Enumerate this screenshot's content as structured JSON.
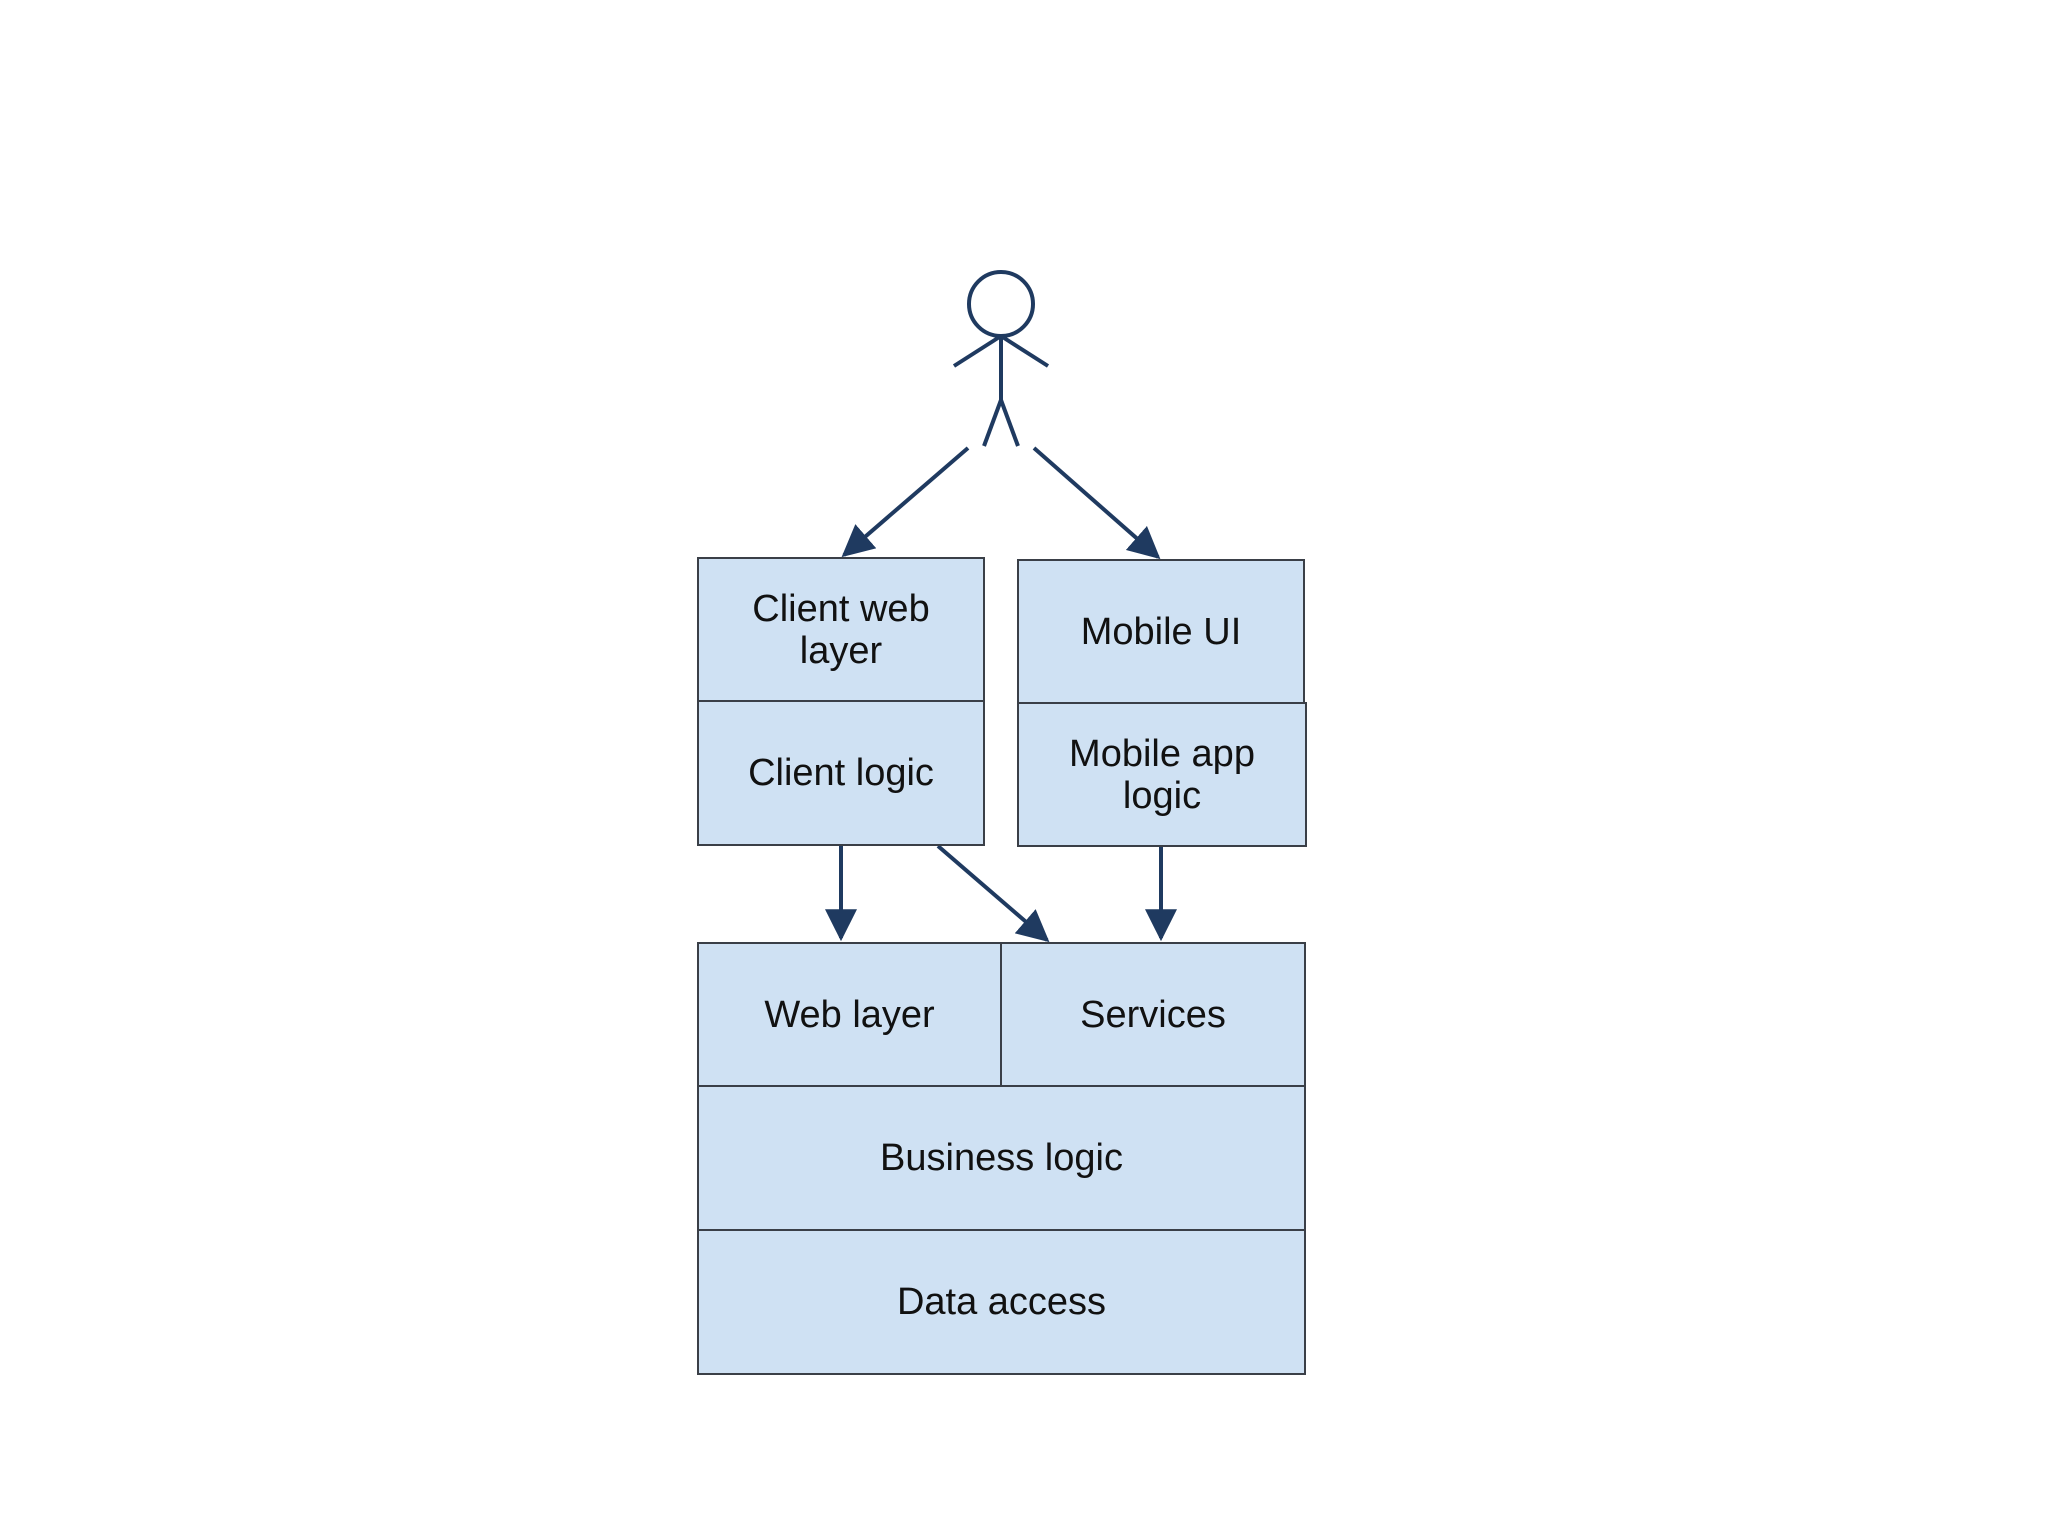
{
  "colors": {
    "box_fill": "#cfe1f3",
    "box_border": "#3a3f47",
    "arrow": "#1f3a60",
    "actor": "#1f3a60",
    "background": "#ffffff"
  },
  "actor": {
    "icon": "stick-figure-user-icon"
  },
  "boxes": {
    "client_web_layer": "Client web\nlayer",
    "client_logic": "Client logic",
    "mobile_ui": "Mobile UI",
    "mobile_app_logic": "Mobile app\nlogic",
    "web_layer": "Web layer",
    "services": "Services",
    "business_logic": "Business logic",
    "data_access": "Data access"
  }
}
